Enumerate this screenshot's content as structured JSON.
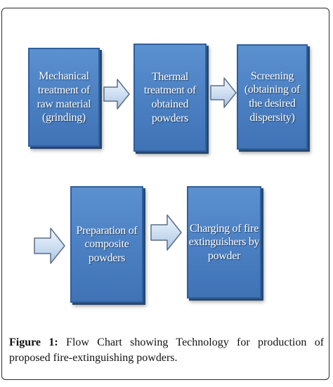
{
  "diagram": {
    "nodes": [
      {
        "id": "box1",
        "label": "Mechanical\ntreatment of\nraw material\n(grinding)"
      },
      {
        "id": "box2",
        "label": "Thermal\ntreatment of\nobtained\npowders"
      },
      {
        "id": "box3",
        "label": "Screening\n(obtaining of\nthe desired\ndispersity)"
      },
      {
        "id": "box4",
        "label": "Preparation of\ncomposite\npowders"
      },
      {
        "id": "box5",
        "label": "Charging of fire\nextinguishers by\npowder"
      }
    ],
    "edges": [
      {
        "from": "box1",
        "to": "box2"
      },
      {
        "from": "box2",
        "to": "box3"
      },
      {
        "from": "box3",
        "to": "box4"
      },
      {
        "from": "box4",
        "to": "box5"
      }
    ],
    "colors": {
      "box_fill": "#4a7fc2",
      "box_border": "#2f5f9f",
      "arrow_fill": "#cfe0f2",
      "arrow_stroke": "#5b6e86"
    }
  },
  "caption": {
    "label": "Figure 1:",
    "text": "Flow Chart showing Technology for production of proposed fire-extinguishing powders."
  }
}
